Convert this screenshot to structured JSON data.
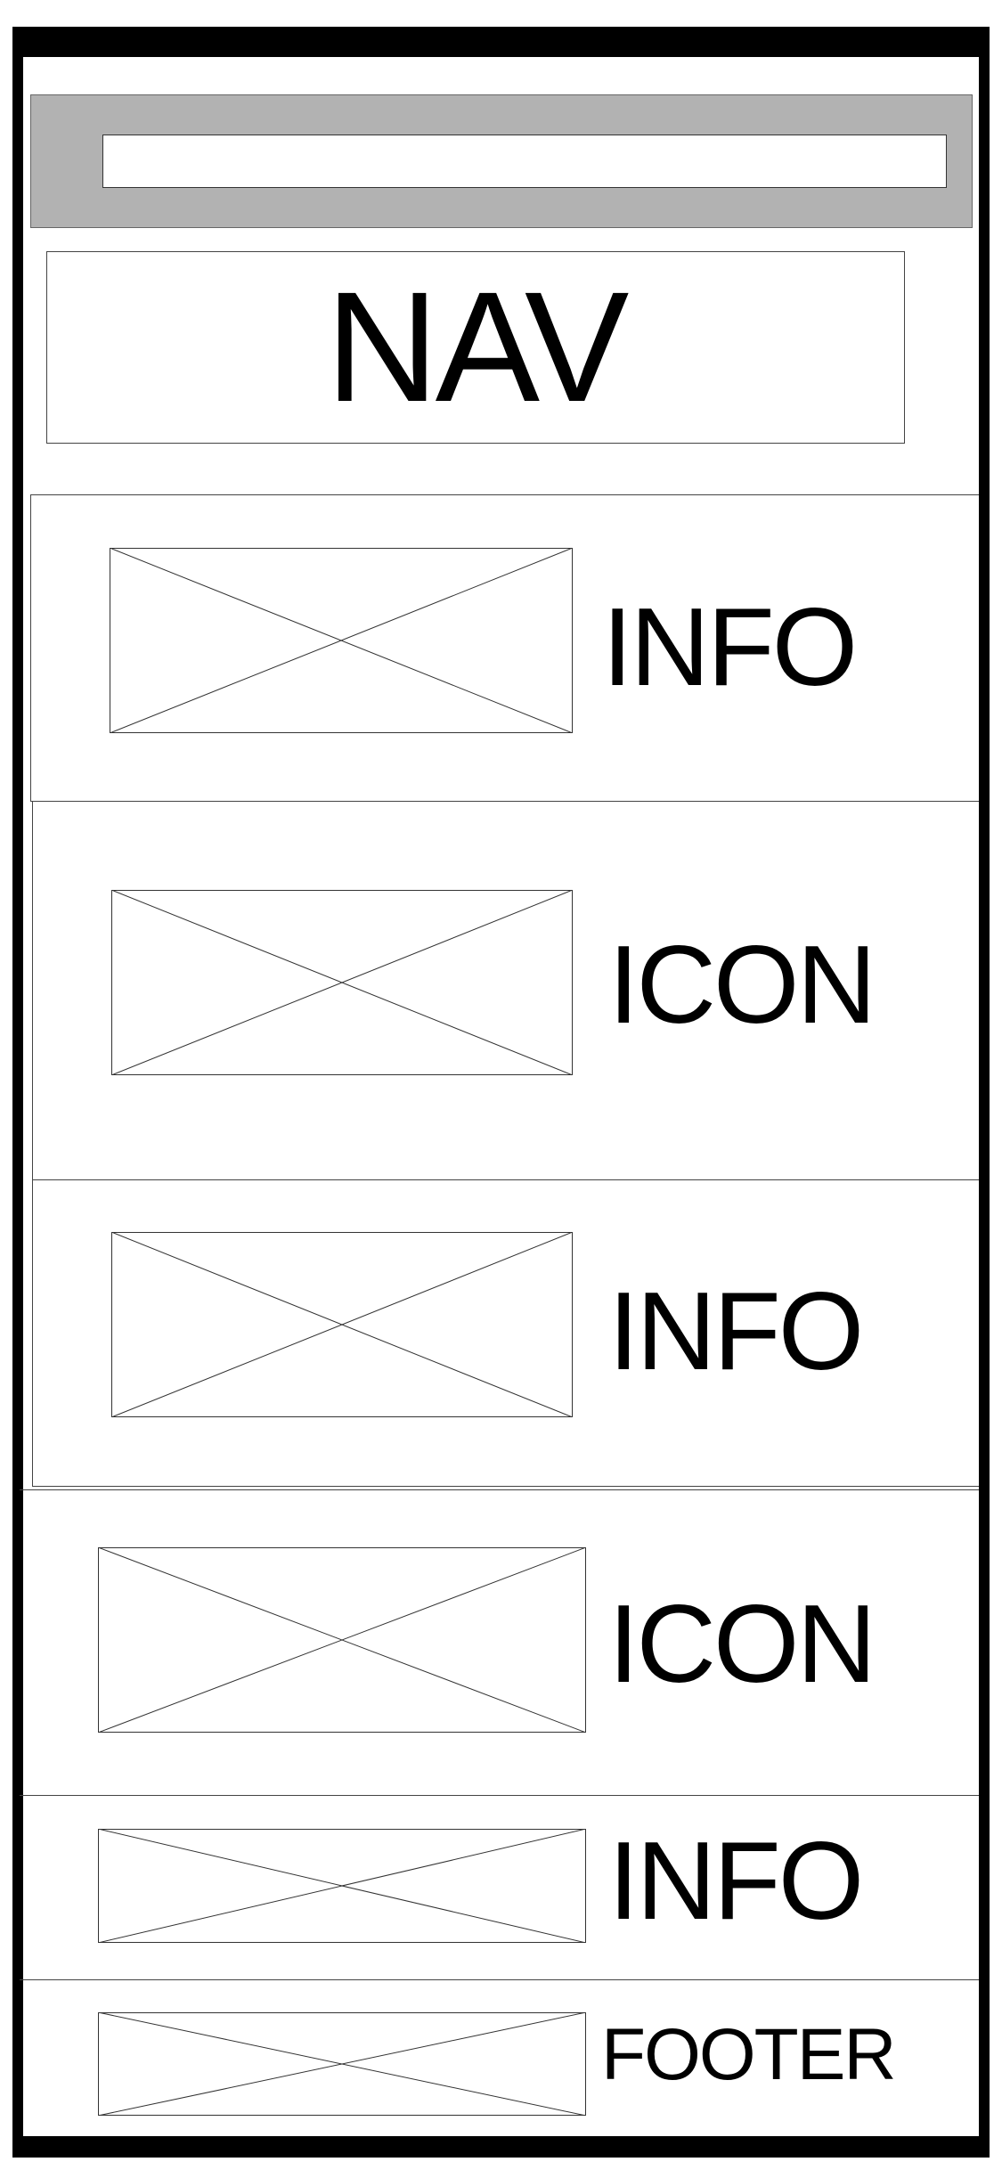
{
  "nav": {
    "label": "NAV"
  },
  "sections": [
    {
      "label": "INFO"
    },
    {
      "label": "ICON"
    },
    {
      "label": "INFO"
    },
    {
      "label": "ICON"
    },
    {
      "label": "INFO"
    }
  ],
  "footer": {
    "label": "FOOTER"
  },
  "colors": {
    "search_bar": "#b2b2b2",
    "border": "#000000"
  }
}
